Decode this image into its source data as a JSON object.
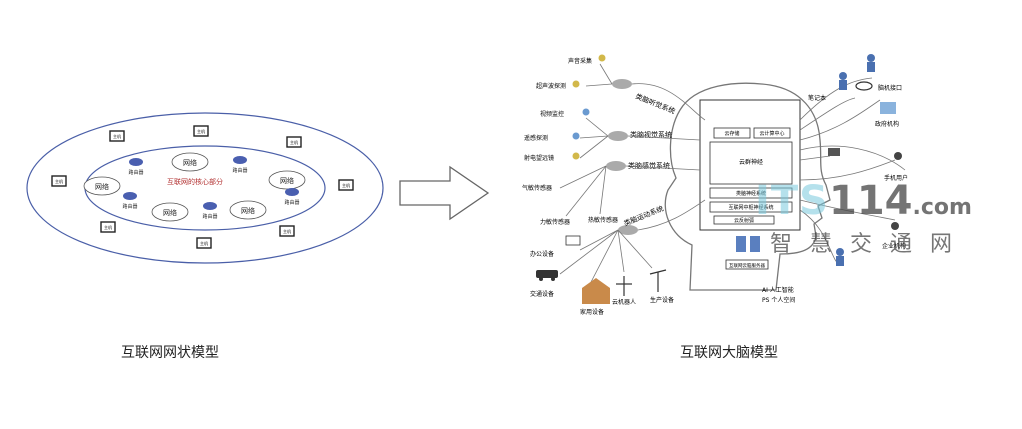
{
  "left_diagram": {
    "caption": "互联网网状模型",
    "core_label": "互联网的核心部分",
    "network_label": "网络",
    "router_label": "路由器",
    "host_label": "主机"
  },
  "right_diagram": {
    "caption": "互联网大脑模型",
    "systems": {
      "auditory": "类脑听觉系统",
      "visual": "类脑视觉系统",
      "sensory": "类脑感觉系统",
      "motor": "类脑运动系统"
    },
    "sensors": {
      "sound": "声音采集",
      "ultrasonic": "超声波探测",
      "video": "视频监控",
      "remote": "遥感探测",
      "radio": "射电望远镜",
      "gas": "气敏传感器",
      "force": "力敏传感器",
      "heat": "热敏传感器"
    },
    "devices": {
      "office": "办公设备",
      "traffic": "交通设备",
      "home": "家用设备",
      "robot": "云机器人",
      "production": "生产设备"
    },
    "right_side": {
      "laptop": "笔记本",
      "brain_interface": "脑机接口",
      "government": "政府机构",
      "mobile": "手机用户",
      "enterprise": "企业机构"
    },
    "center": {
      "memory": "云存储",
      "cloud_center": "云计算中心",
      "brain_nerve": "云群神经",
      "cloud_reflex": "云反射弧",
      "mid_box": "类脑神经系统",
      "bottom_box": "互联网中枢神经系统",
      "server_box": "互联网云脑服务器"
    },
    "legend": [
      "AI 人工智能",
      "PS 个人空间"
    ]
  },
  "watermark": {
    "its": "ITS",
    "number": "114",
    "domain": ".com",
    "subtitle": "智慧交通网"
  }
}
